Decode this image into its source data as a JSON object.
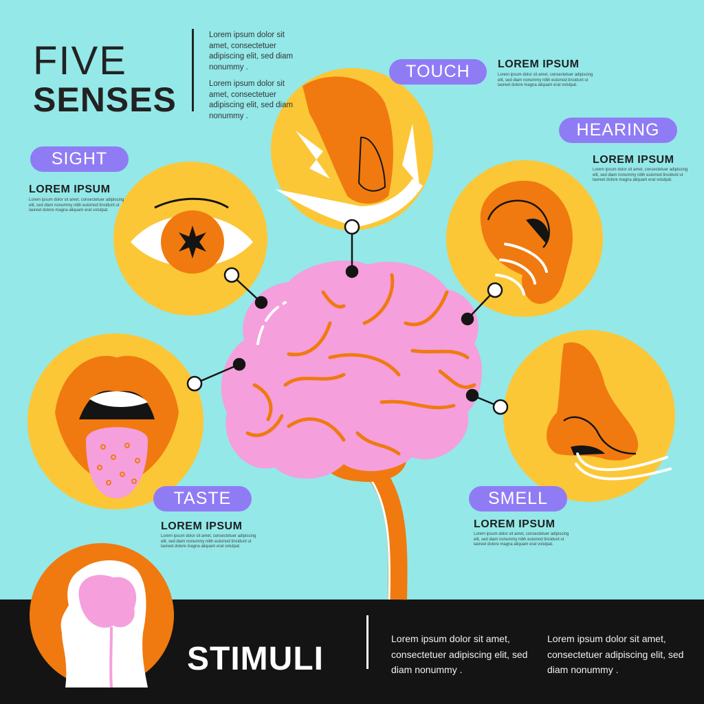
{
  "title": {
    "line1": "FIVE",
    "line2": "SENSES"
  },
  "intro": {
    "p1": "Lorem ipsum dolor sit amet, consectetuer adipiscing elit, sed diam nonummy .",
    "p2": "Lorem ipsum dolor sit amet, consectetuer adipiscing elit, sed diam nonummy ."
  },
  "senses": {
    "sight": {
      "label": "SIGHT",
      "heading": "LOREM IPSUM",
      "fine": "Lorem ipsum dolor sit amet, consectetuer adipiscing elit, sed diam nonummy nibh euismod tincidunt ut laoreet dolore magna aliquam erat volutpat."
    },
    "touch": {
      "label": "TOUCH",
      "heading": "LOREM IPSUM",
      "fine": "Lorem ipsum dolor sit amet, consectetuer adipiscing elit, sed diam nonummy nibh euismod tincidunt ut laoreet dolore magna aliquam erat volutpat."
    },
    "hearing": {
      "label": "HEARING",
      "heading": "LOREM IPSUM",
      "fine": "Lorem ipsum dolor sit amet, consectetuer adipiscing elit, sed diam nonummy nibh euismod tincidunt ut laoreet dolore magna aliquam erat volutpat."
    },
    "taste": {
      "label": "TASTE",
      "heading": "LOREM IPSUM",
      "fine": "Lorem ipsum dolor sit amet, consectetuer adipiscing elit, sed diam nonummy nibh euismod tincidunt ut laoreet dolore magna aliquam erat volutpat."
    },
    "smell": {
      "label": "SMELL",
      "heading": "LOREM IPSUM",
      "fine": "Lorem ipsum dolor sit amet, consectetuer adipiscing elit, sed diam nonummy nibh euismod tincidunt ut laoreet dolore magna aliquam erat volutpat."
    }
  },
  "footer": {
    "title": "STIMULI",
    "col1": "Lorem ipsum dolor sit amet, consectetuer adipiscing elit, sed diam nonummy .",
    "col2": "Lorem ipsum dolor sit amet, consectetuer adipiscing elit, sed diam nonummy ."
  },
  "colors": {
    "background": "#94e8e8",
    "circle": "#fbc737",
    "orange": "#f07a0f",
    "brain": "#f59fdc",
    "pill": "#8f7cf5",
    "footer": "#141414"
  }
}
